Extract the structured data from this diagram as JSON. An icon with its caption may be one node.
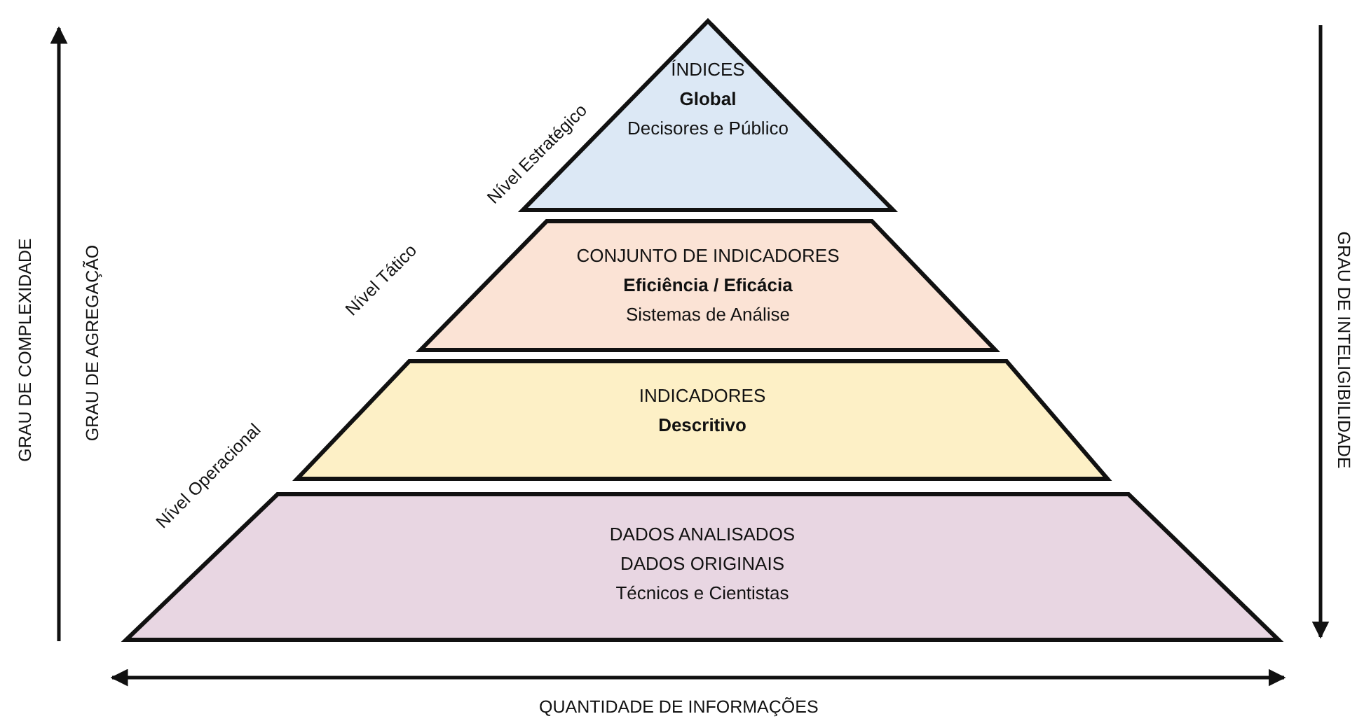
{
  "diagram": {
    "nodes": [
      {
        "text": [
          "ÍNDICES",
          "Global",
          "Decisores e Público"
        ]
      },
      {
        "text": [
          "CONJUNTO DE INDICADORES",
          "Eficiência / Eficácia",
          "Sistemas de Análise"
        ]
      },
      {
        "text": [
          "INDICADORES",
          "Descritivo"
        ]
      },
      {
        "text": [
          "DADOS ANALISADOS",
          "DADOS ORIGINAIS",
          "Técnicos e Cientistas"
        ]
      }
    ],
    "labels": [
      "Nível Estratégico",
      "Nível Tático",
      "Nível Operacional",
      "GRAU DE COMPLEXIDADE",
      "GRAU DE AGREGAÇÃO",
      "GRAU DE INTELIGIBILIDADE",
      "QUANTIDADE DE INFORMAÇÕES"
    ]
  }
}
